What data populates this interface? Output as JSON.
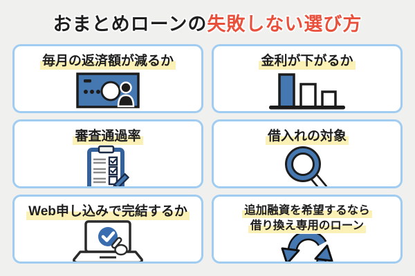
{
  "title": {
    "black_part": "おまとめローンの",
    "red_part": "失敗しない選び方"
  },
  "cards": [
    {
      "lines": [
        "毎月の返済額が減るか"
      ],
      "icon": "cash-card-icon"
    },
    {
      "lines": [
        "金利が下がるか"
      ],
      "icon": "decreasing-bar-chart-icon"
    },
    {
      "lines": [
        "審査通過率"
      ],
      "icon": "checklist-icon"
    },
    {
      "lines": [
        "借入れの対象"
      ],
      "icon": "magnifier-icon"
    },
    {
      "lines": [
        "Web申し込みで完結するか"
      ],
      "icon": "laptop-check-icon"
    },
    {
      "lines": [
        "追加融資を希望するなら",
        "借り換え専用のローン"
      ],
      "icon": "refresh-arrows-icon"
    }
  ],
  "colors": {
    "background": "#f0f0ee",
    "card_border": "#9fccf0",
    "highlight_yellow": "#fbf0b5",
    "accent_red": "#e8503c",
    "icon_blue": "#4577b0",
    "outline_ink": "#1c1c1c",
    "clipboard_frame_blue": "#35619b"
  }
}
